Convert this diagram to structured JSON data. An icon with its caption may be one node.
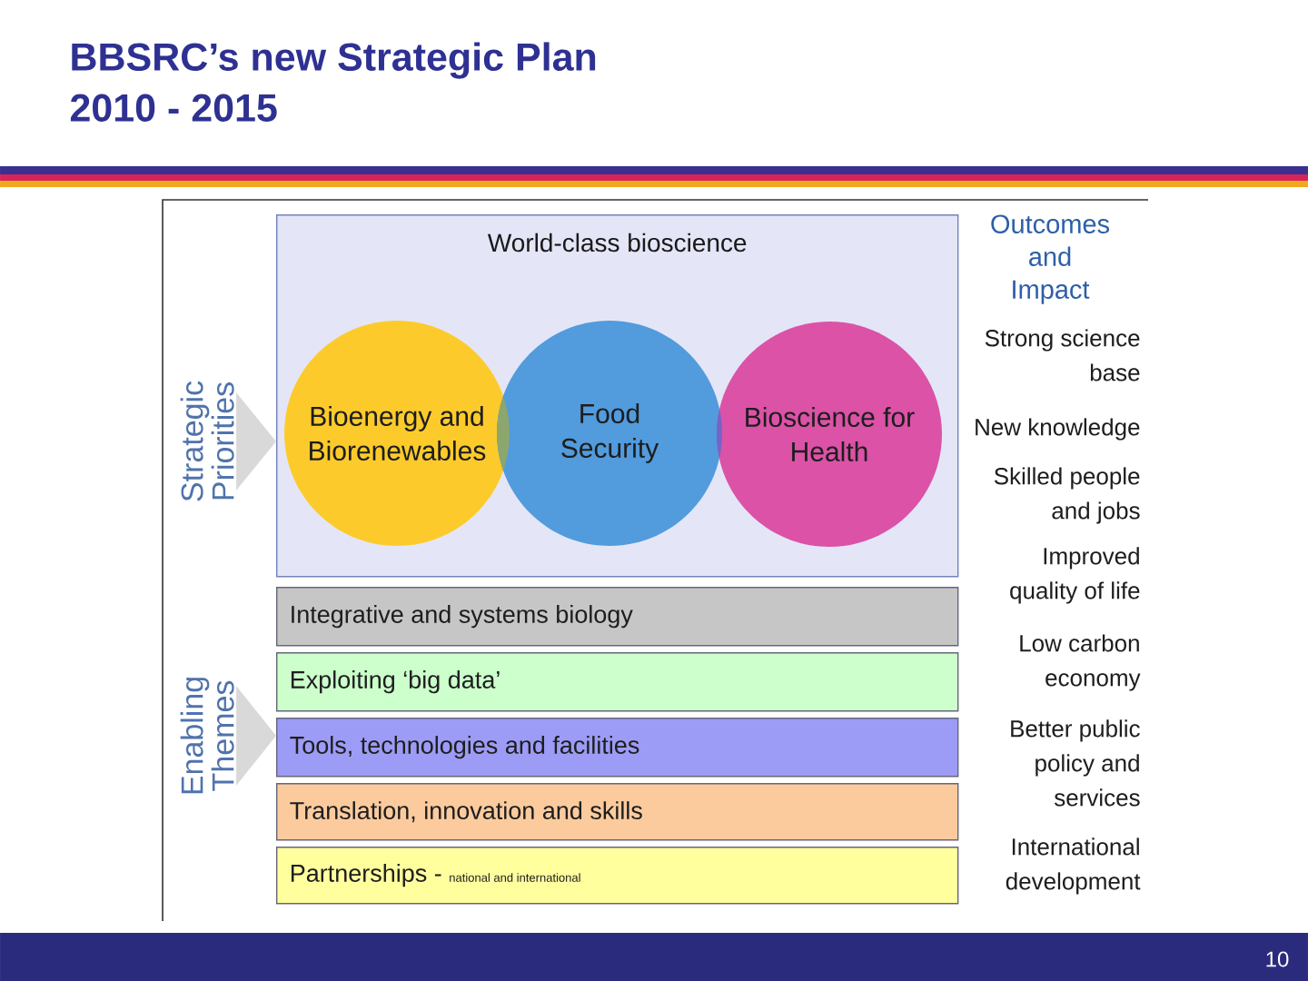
{
  "diagram": {
    "title": "BBSRC’s new Strategic Plan 2010 - 2015",
    "nodes": [
      {
        "text": [
          "World-class bioscience"
        ]
      },
      {
        "text": [
          "Bioenergy and Biorenewables"
        ],
        "in": 0
      },
      {
        "text": [
          "Food Security"
        ],
        "in": 0
      },
      {
        "text": [
          "Bioscience for Health"
        ],
        "in": 0
      },
      {
        "text": [
          "Integrative and systems biology"
        ]
      },
      {
        "text": [
          "Exploiting ‘big data’"
        ]
      },
      {
        "text": [
          "Tools, technologies and facilities"
        ]
      },
      {
        "text": [
          "Translation, innovation and skills"
        ]
      },
      {
        "text": [
          "Partnerships -",
          "national and international"
        ]
      },
      {
        "text": [
          "Strategic Priorities"
        ]
      },
      {
        "text": [
          "Enabling Themes"
        ]
      }
    ],
    "edges": [
      {
        "from": 9,
        "to": 0,
        "arrow": "to"
      },
      {
        "from": 10,
        "to": 6,
        "arrow": "to"
      }
    ],
    "labels": [
      "Outcomes and Impact",
      "Strong science base",
      "New knowledge",
      "Skilled people and jobs",
      "Improved quality of life",
      "Low carbon economy",
      "Better public policy and services",
      "International development",
      "10"
    ]
  }
}
